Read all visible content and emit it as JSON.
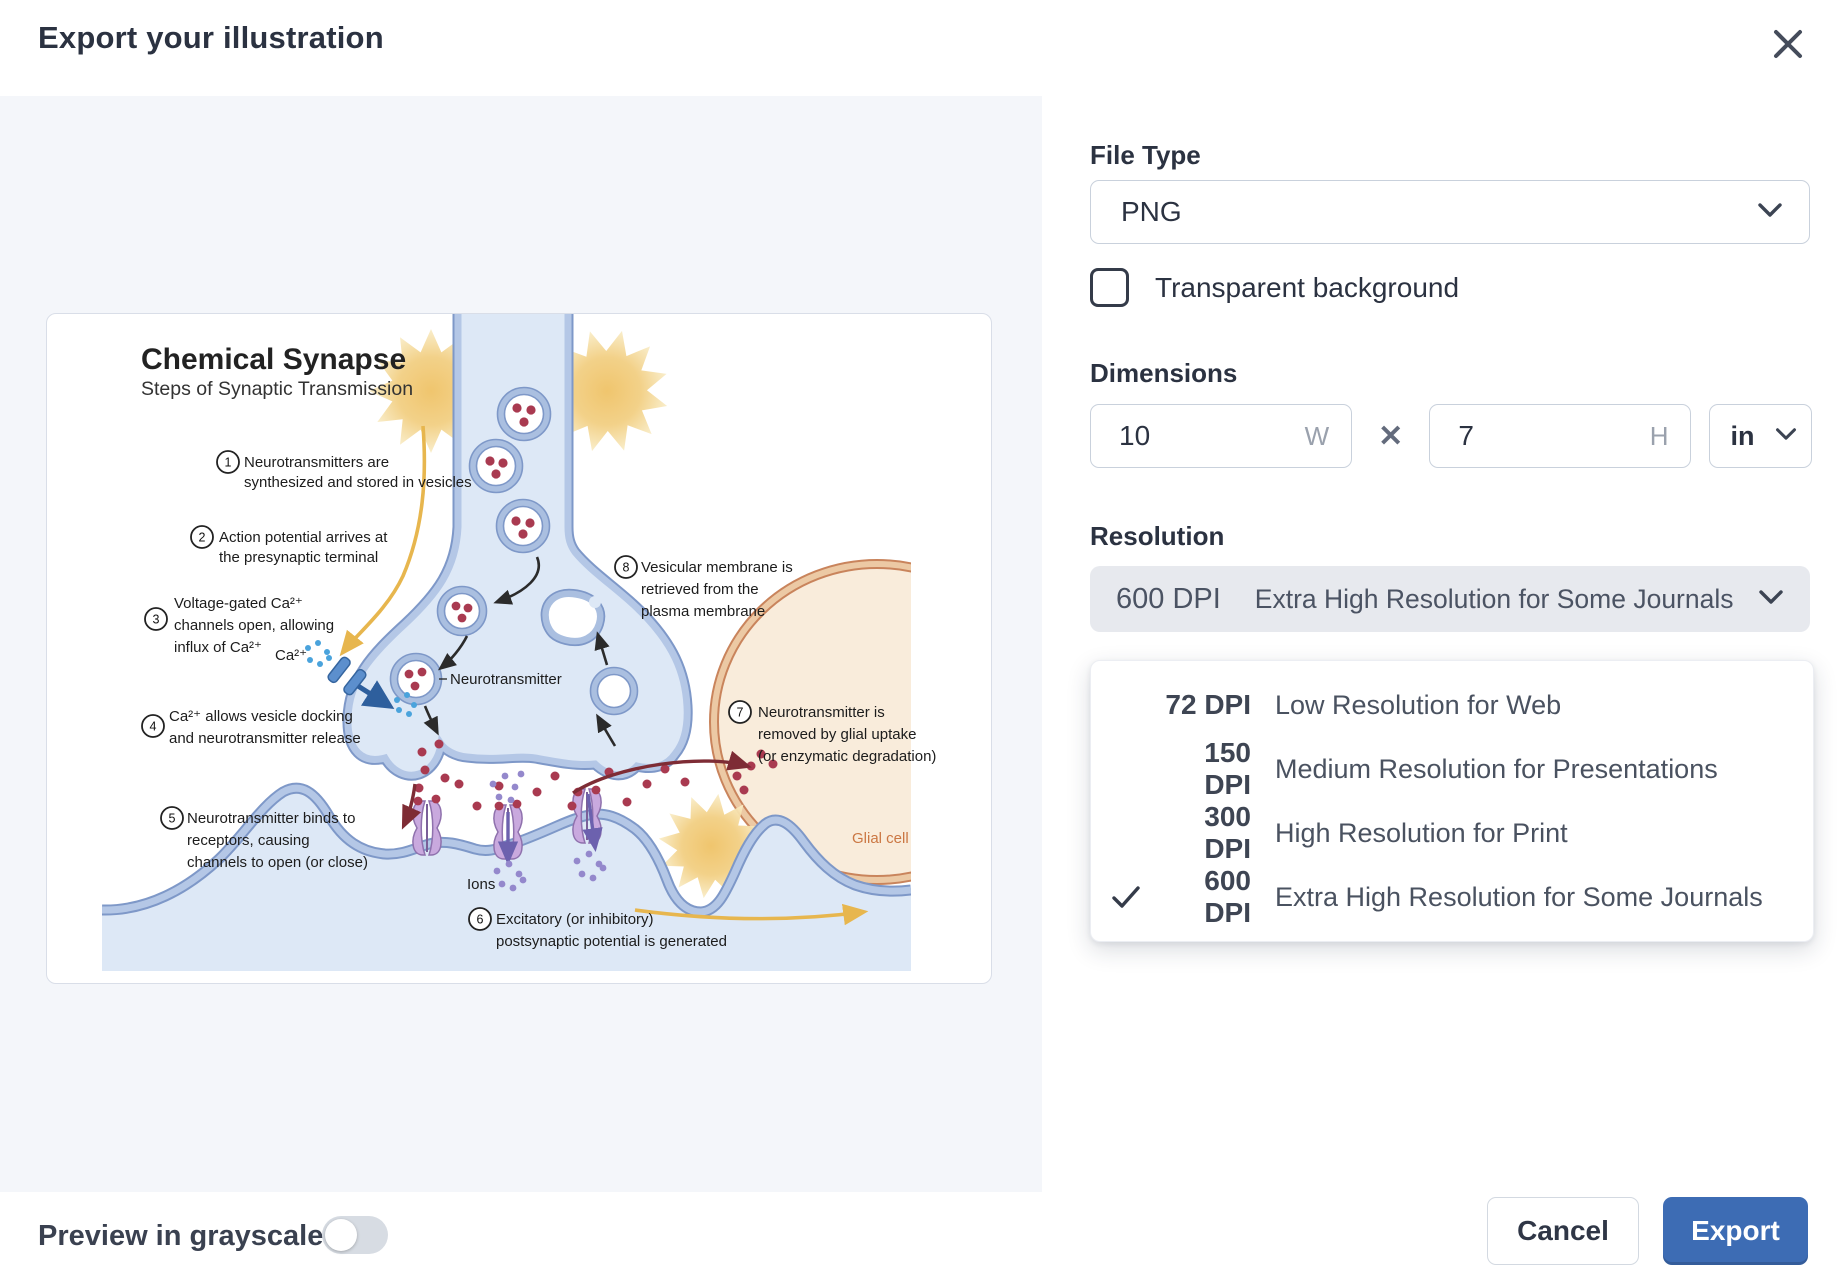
{
  "dialog": {
    "title": "Export your illustration"
  },
  "file_type": {
    "label": "File Type",
    "value": "PNG"
  },
  "transparent_bg": {
    "label": "Transparent background",
    "checked": false
  },
  "dimensions": {
    "label": "Dimensions",
    "width": "10",
    "width_suffix": "W",
    "separator": "✕",
    "height": "7",
    "height_suffix": "H",
    "unit": "in"
  },
  "resolution": {
    "label": "Resolution",
    "selected_value": "600 DPI",
    "selected_desc": "Extra High Resolution for Some Journals",
    "options": [
      {
        "value": "72 DPI",
        "desc": "Low Resolution for Web",
        "selected": false
      },
      {
        "value": "150 DPI",
        "desc": "Medium Resolution for Presentations",
        "selected": false
      },
      {
        "value": "300 DPI",
        "desc": "High Resolution for Print",
        "selected": false
      },
      {
        "value": "600 DPI",
        "desc": "Extra High Resolution for Some Journals",
        "selected": true
      }
    ]
  },
  "footer": {
    "grayscale_label": "Preview in grayscale",
    "grayscale_on": false,
    "cancel": "Cancel",
    "export": "Export"
  },
  "illustration": {
    "title": "Chemical Synapse",
    "subtitle": "Steps of Synaptic Transmission",
    "labels": {
      "ca": "Ca²⁺",
      "neurotransmitter": "Neurotransmitter",
      "ions": "Ions",
      "glial": "Glial cell"
    },
    "steps": [
      {
        "num": "1",
        "lines": [
          "Neurotransmitters are",
          "synthesized and stored in vesicles"
        ]
      },
      {
        "num": "2",
        "lines": [
          "Action potential arrives at",
          "the presynaptic terminal"
        ]
      },
      {
        "num": "3",
        "lines": [
          "Voltage-gated Ca²⁺",
          "channels open, allowing",
          "influx of Ca²⁺"
        ]
      },
      {
        "num": "4",
        "lines": [
          "Ca²⁺ allows vesicle docking",
          "and neurotransmitter release"
        ]
      },
      {
        "num": "5",
        "lines": [
          "Neurotransmitter binds to",
          "receptors, causing",
          "channels to open (or close)"
        ]
      },
      {
        "num": "6",
        "lines": [
          "Excitatory (or inhibitory)",
          "postsynaptic potential is generated"
        ]
      },
      {
        "num": "7",
        "lines": [
          "Neurotransmitter is",
          "removed by glial uptake",
          "(or enzymatic degradation)"
        ]
      },
      {
        "num": "8",
        "lines": [
          "Vesicular membrane is",
          "retrieved from the",
          "plasma membrane"
        ]
      }
    ]
  },
  "colors": {
    "accent_blue": "#3d6cb4",
    "panel_bg": "#f4f6fa",
    "select_gray_bg": "#e7e9ee",
    "membrane_blue": "#7e98c8",
    "cell_fill": "#dde8f6",
    "vesicle_red": "#a93a50",
    "starburst_gold": "#efc266",
    "glial_orange": "#c9845c",
    "glial_label": "#cb7743",
    "receptor_purple": "#c9a9de",
    "ion_purple": "#9488cc",
    "ca_dot_blue": "#4aa3dc"
  }
}
